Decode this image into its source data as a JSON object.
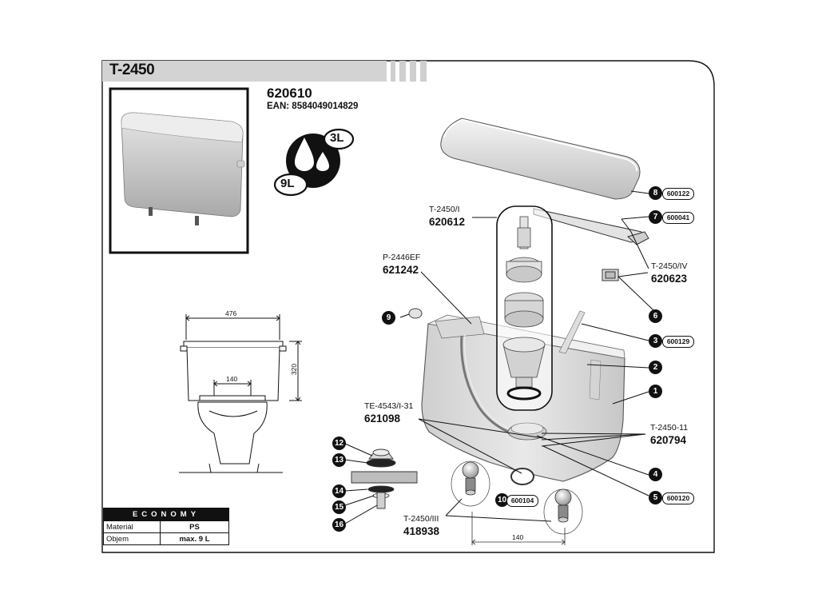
{
  "header": {
    "title": "T-2450"
  },
  "product": {
    "code": "620610",
    "ean": "EAN: 8584049014829"
  },
  "flush_badge": {
    "small": "3L",
    "large": "9L"
  },
  "dimensions": {
    "width": "476",
    "height": "320",
    "seat_gap": "140",
    "valve_spacing": "140"
  },
  "parts": {
    "lever_valve": {
      "label": "T-2450/I",
      "code": "620612"
    },
    "fill_valve": {
      "label": "P-2446EF",
      "code": "621242"
    },
    "lever_bracket": {
      "label": "T-2450/IV",
      "code": "620623"
    },
    "seal_set": {
      "label": "TE-4543/I-31",
      "code": "621098"
    },
    "outlet": {
      "label": "T-2450-11",
      "code": "620794"
    },
    "connectors": {
      "label": "T-2450/III",
      "code": "418938"
    }
  },
  "callouts": {
    "n1": "1",
    "n2": "2",
    "n3": "3",
    "n4": "4",
    "n5": "5",
    "n6": "6",
    "n7": "7",
    "n8": "8",
    "n9": "9",
    "n10": "10",
    "n12": "12",
    "n13": "13",
    "n14": "14",
    "n15": "15",
    "n16": "16"
  },
  "part_codes": {
    "c8": "600122",
    "c7": "600041",
    "c3": "600129",
    "c5": "600120",
    "c10": "600104"
  },
  "spec_table": {
    "title": "ECONOMY",
    "rows": [
      {
        "name": "Materiál",
        "value": "PS"
      },
      {
        "name": "Objem",
        "value": "max. 9 L"
      }
    ]
  }
}
